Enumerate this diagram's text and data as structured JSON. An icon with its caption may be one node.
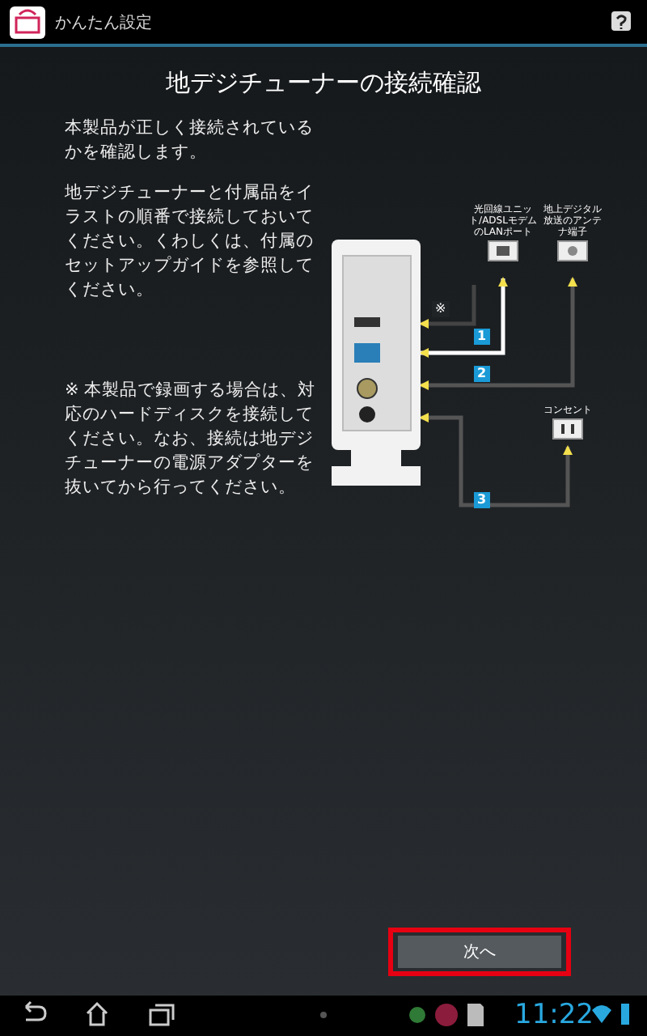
{
  "diagram": {
    "title": "地デジチューナーの接続確認",
    "nodes": [
      {
        "text": [],
        "shape": "picture"
      },
      {
        "text": [
          "光回線ユニット/ADSLモデムのLANポート"
        ]
      },
      {
        "text": [
          "地上デジタル放送のアンテナ端子"
        ]
      },
      {
        "text": [
          "コンセント"
        ]
      }
    ],
    "edges": [
      {
        "from": null,
        "to": 0,
        "arrow": "to",
        "label": "※"
      },
      {
        "from": 0,
        "to": 1,
        "arrow": "both",
        "label": "1",
        "color": "#ffffff"
      },
      {
        "from": 0,
        "to": 2,
        "arrow": "both",
        "label": "2"
      },
      {
        "from": 0,
        "to": 3,
        "arrow": "both",
        "label": "3"
      }
    ],
    "labels": [
      "かんたん設定",
      "本製品が正しく接続されているかを確認します。",
      "地デジチューナーと付属品をイラストの順番で接続しておいてください。くわしくは、付属のセットアップガイドを参照してください。",
      "※ 本製品で録画する場合は、対応のハードディスクを接続してください。なお、接続は地デジチューナーの電源アダプターを抜いてから行ってください。",
      "次へ",
      "11:22"
    ]
  }
}
